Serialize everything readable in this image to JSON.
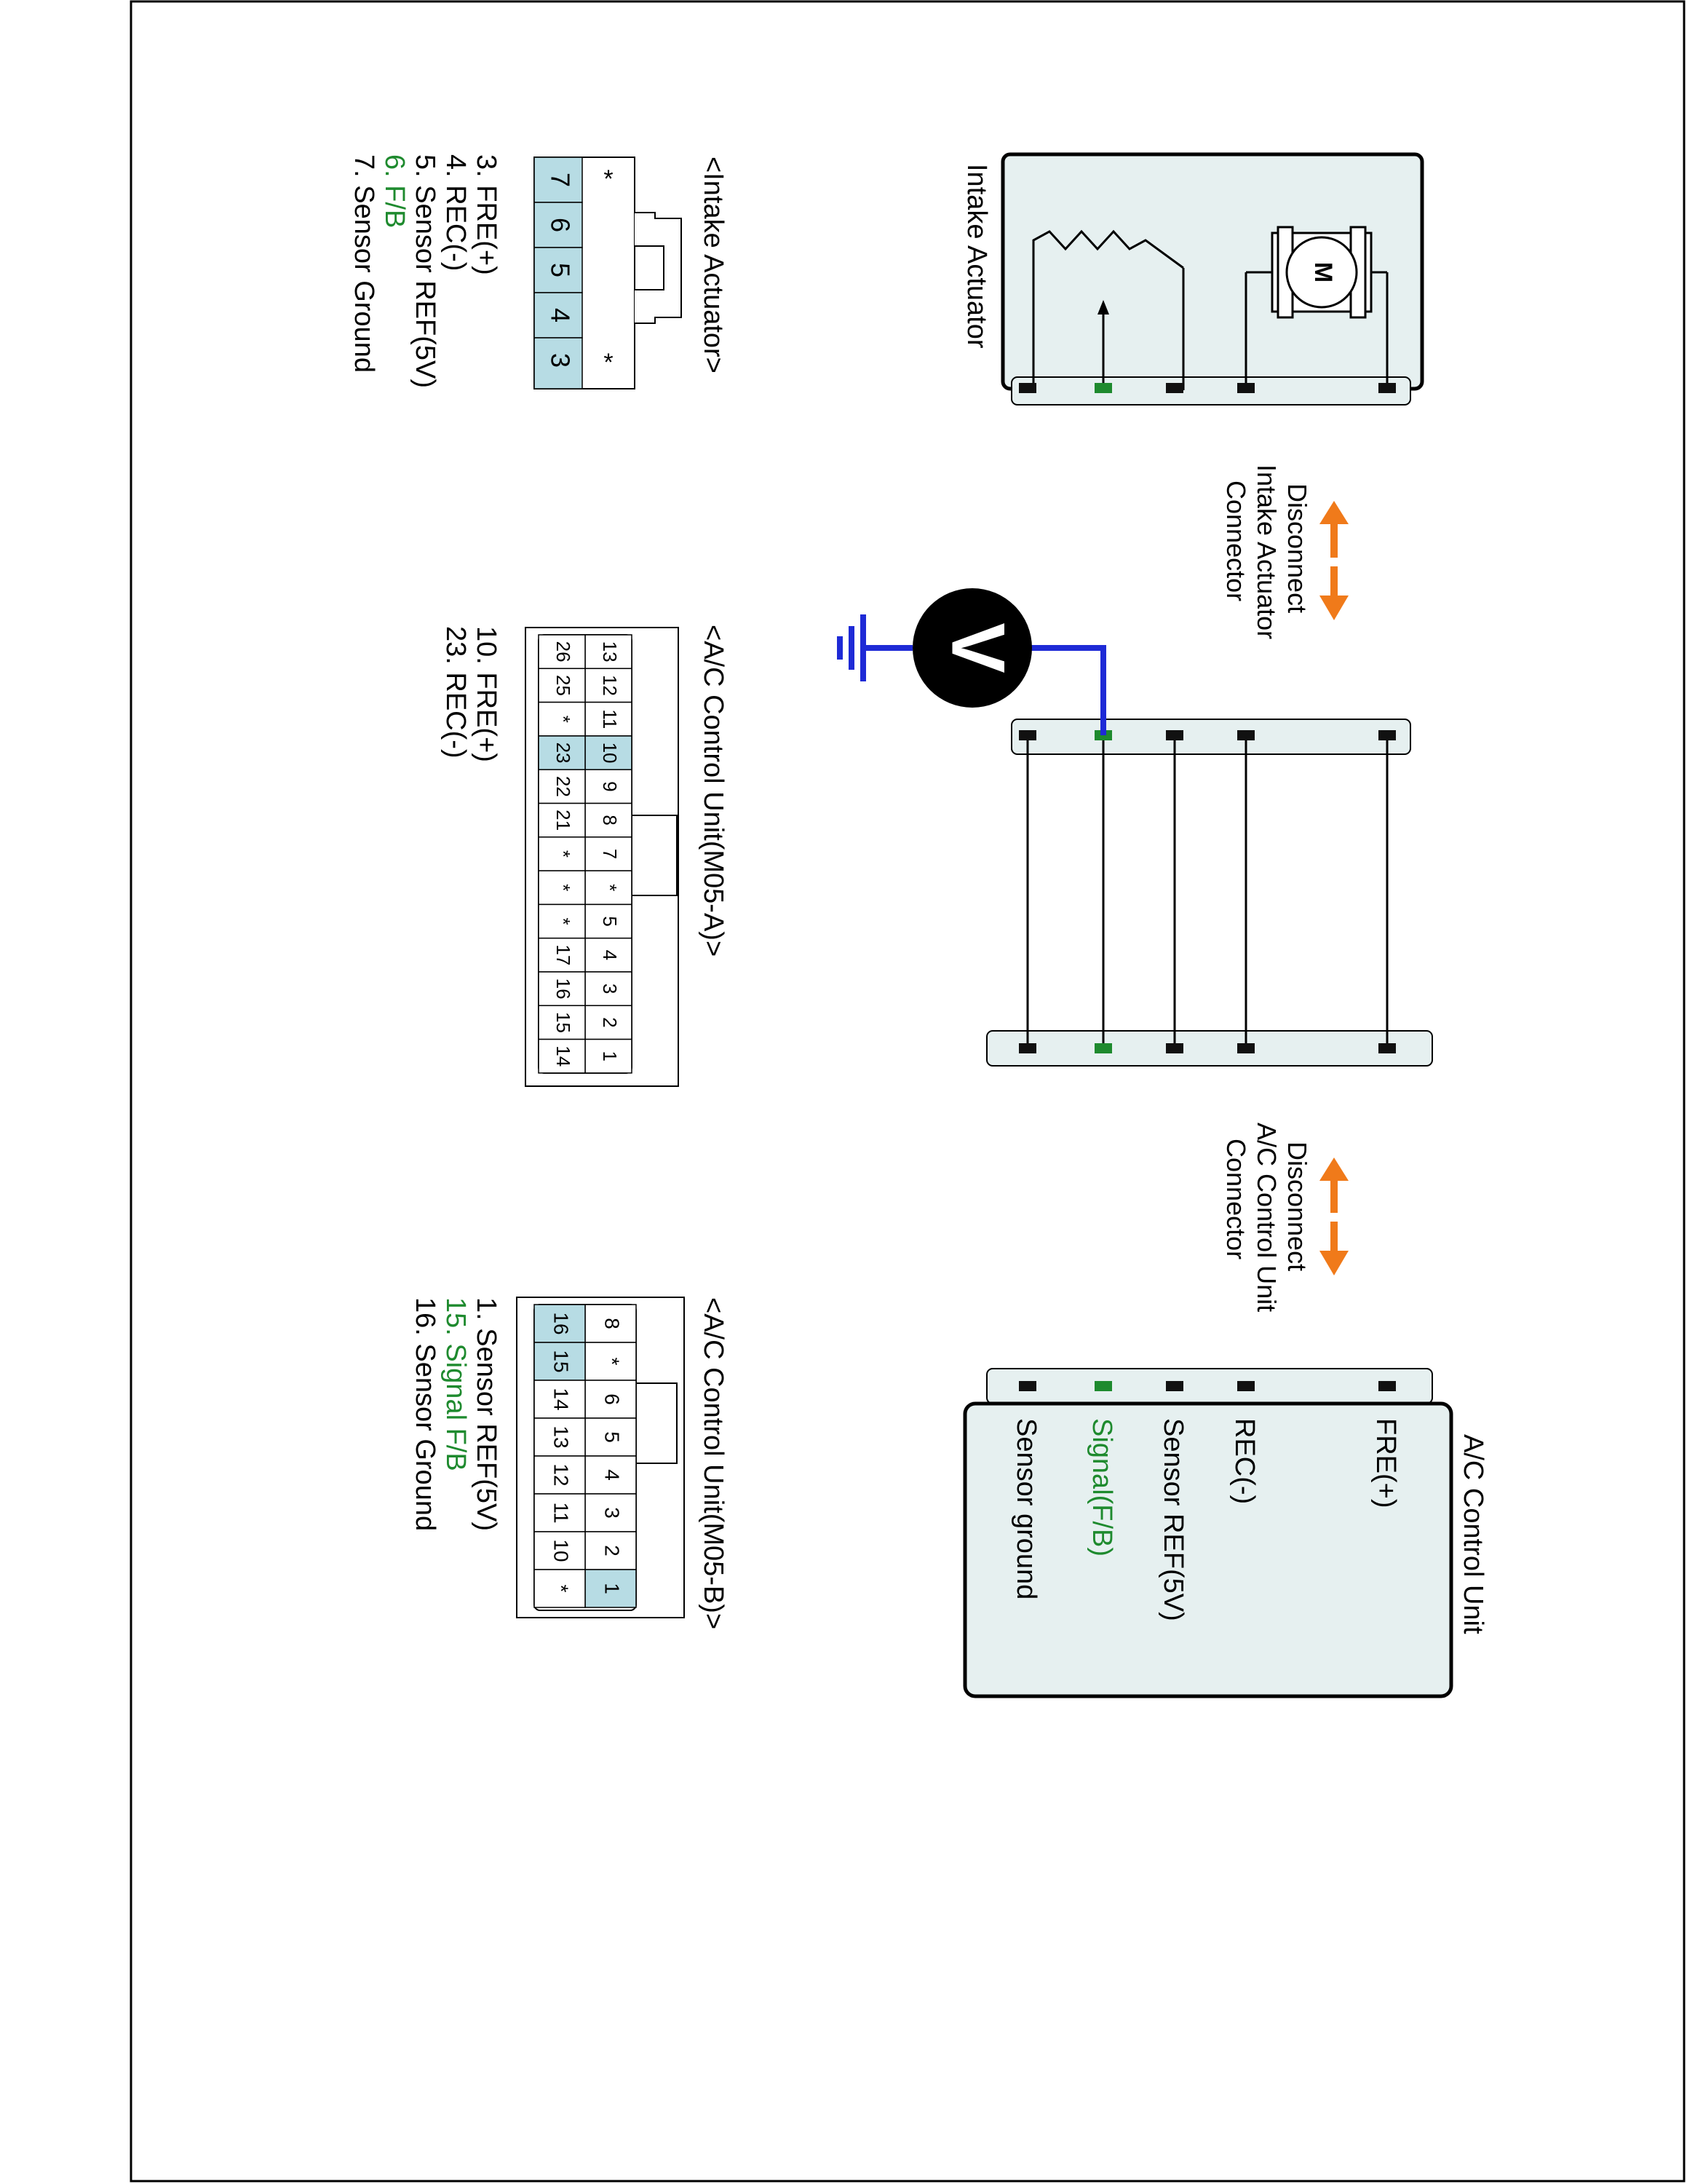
{
  "colors": {
    "frame": "#000000",
    "box_fill": "#e6f0f0",
    "cell_blue": "#b7dce4",
    "highlight_green": "#1e8a2e",
    "arrow_orange": "#f07a1a",
    "probe_blue": "#1e2ad6",
    "terminal_black": "#111111"
  },
  "icons": {
    "motor": "motor-icon",
    "resistor": "potentiometer-icon",
    "voltmeter": "voltmeter-icon",
    "ground": "ground-icon",
    "arrow": "double-arrow-icon"
  },
  "intake_actuator": {
    "title": "Intake Actuator",
    "motor_label": "M"
  },
  "ac_control_unit": {
    "title": "A/C Control Unit",
    "pins": [
      "FRE(+)",
      "REC(-)",
      "Sensor REF(5V)",
      "Signal(F/B)",
      "Sensor ground"
    ]
  },
  "disconnect_intake": [
    "Disconnect",
    "Intake Actuator",
    "Connector"
  ],
  "disconnect_ac": [
    "Disconnect",
    "A/C Control Unit",
    "Connector"
  ],
  "voltmeter_label": "V",
  "connectors": {
    "intake": {
      "title": "<Intake Actuator>",
      "cells": [
        "*",
        "*",
        "7",
        "6",
        "5",
        "4",
        "3"
      ],
      "legend": [
        "3. FRE(+)",
        "4. REC(-)",
        "5. Sensor REF(5V)",
        "6. F/B",
        "7. Sensor Ground"
      ],
      "legend_highlight_index": 3
    },
    "m05a": {
      "title": "<A/C Control Unit(M05-A)>",
      "row1": [
        "13",
        "12",
        "11",
        "10",
        "9",
        "8",
        "7",
        "*",
        "5",
        "4",
        "3",
        "2",
        "1"
      ],
      "row2": [
        "26",
        "25",
        "*",
        "23",
        "22",
        "21",
        "*",
        "*",
        "*",
        "17",
        "16",
        "15",
        "14"
      ],
      "highlighted": [
        "10",
        "23"
      ],
      "legend": [
        "10. FRE(+)",
        "23. REC(-)"
      ]
    },
    "m05b": {
      "title": "<A/C Control Unit(M05-B)>",
      "row1": [
        "8",
        "*",
        "6",
        "5",
        "4",
        "3",
        "2",
        "1"
      ],
      "row2": [
        "16",
        "15",
        "14",
        "13",
        "12",
        "11",
        "10",
        "*"
      ],
      "highlighted": [
        "1",
        "15",
        "16"
      ],
      "legend": [
        "1. Sensor REF(5V)",
        "15. Signal F/B",
        "16. Sensor Ground"
      ],
      "legend_highlight_index": 1
    }
  }
}
